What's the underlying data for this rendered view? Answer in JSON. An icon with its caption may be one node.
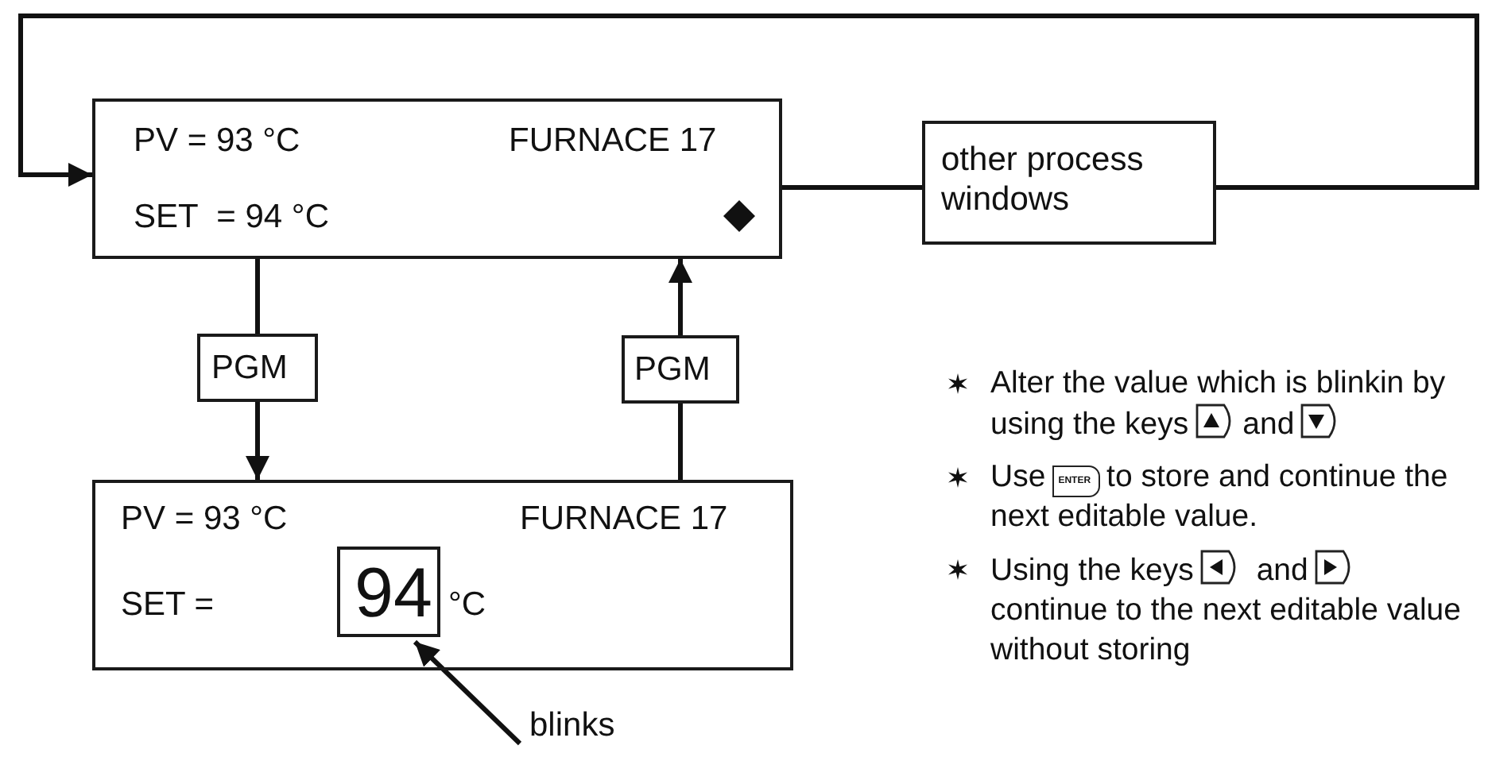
{
  "diagram": {
    "nodes": [
      {
        "text": [
          "PV = 93 °C",
          "FURNACE 17",
          "SET  = 94 °C"
        ]
      },
      {
        "text": [
          "other process windows"
        ]
      },
      {
        "text": [
          "PGM"
        ]
      },
      {
        "text": [
          "PGM"
        ]
      },
      {
        "text": [
          "PV = 93 °C",
          "FURNACE 17",
          "SET =",
          "°C"
        ]
      },
      {
        "text": [
          "94"
        ],
        "in": 4
      },
      {
        "text": [
          "blinks"
        ]
      }
    ],
    "edges": [
      {
        "from": 0,
        "to": 2,
        "arrow": "none"
      },
      {
        "from": 2,
        "to": 4,
        "arrow": "to"
      },
      {
        "from": 4,
        "to": 3,
        "arrow": "none"
      },
      {
        "from": 3,
        "to": 0,
        "arrow": "to"
      },
      {
        "from": 0,
        "to": 1,
        "arrow": "none"
      },
      {
        "from": 1,
        "to": 0,
        "arrow": "to"
      },
      {
        "from": 6,
        "to": 5,
        "arrow": "to"
      }
    ],
    "labels": [
      "Alter the value which is blinkin by using the keys",
      "and",
      "Use",
      "ENTER",
      "to store and continue the next editable value.",
      "Using the keys",
      "and",
      "continue to the next editable value without storing"
    ]
  }
}
